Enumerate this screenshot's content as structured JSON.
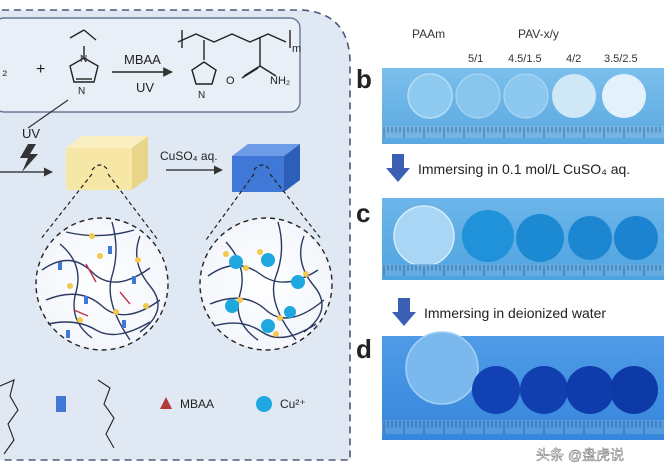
{
  "scheme": {
    "vinyl_reactant_fragment": "₂",
    "plus": "+",
    "initiator_top": "MBAA",
    "initiator_bottom": "UV",
    "polymer_subscript": "m",
    "amide_group": "NH₂",
    "uv_label": "UV",
    "reaction_label": "CuSO₄ aq."
  },
  "legend": {
    "mbaa_label": "MBAA",
    "cu_label": "Cu²⁺"
  },
  "panels": {
    "header_paam": "PAAm",
    "header_pav": "PAV-x/y",
    "ratios": [
      "5/1",
      "4.5/1.5",
      "4/2",
      "3.5/2.5"
    ],
    "label_b": "b",
    "label_c": "c",
    "label_d": "d",
    "step1_text": "Immersing in 0.1 mol/L CuSO₄ aq.",
    "step2_text": "Immersing in deionized water"
  },
  "colors": {
    "panel_bg": "#dfe8f3",
    "blue_box": "#3f78d6",
    "yellow_box": "#f6e7a6",
    "cu_ion": "#1fa7e0",
    "mbaa": "#b33a3a",
    "arrow_blue": "#3a5fb5",
    "photo_b": "#6fb6e6",
    "photo_c": "#5aaee5",
    "photo_d": "#3f8fe0"
  },
  "watermark": "头条 @盘虎说"
}
